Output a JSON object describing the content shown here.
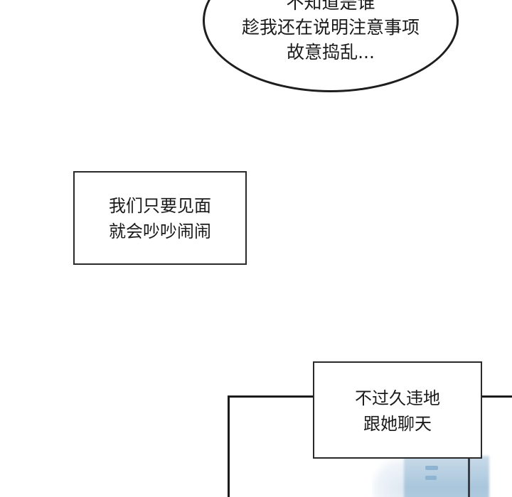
{
  "speech_bubble": {
    "lines": [
      "不知道是谁",
      "趁我还在说明注意事项",
      "故意捣乱..."
    ]
  },
  "narration_1": {
    "lines": [
      "我们只要见面",
      "就会吵吵闹闹"
    ]
  },
  "narration_2": {
    "lines": [
      "不过久违地",
      "跟她聊天"
    ]
  },
  "colors": {
    "background": "#ffffff",
    "ink": "#1a1a1a",
    "panel_art": "#a9c6dc"
  }
}
